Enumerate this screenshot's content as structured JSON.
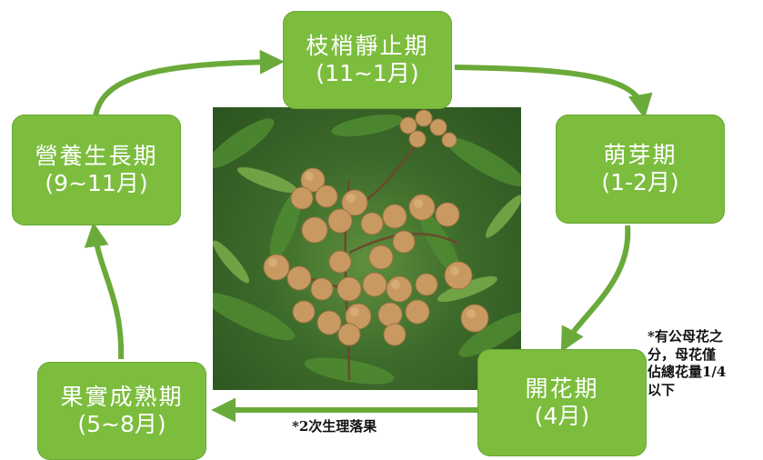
{
  "colors": {
    "box_fill": "#7cbd3e",
    "arrow": "#6aaa3a",
    "box_text": "#ffffff",
    "note_text": "#111111"
  },
  "stages": {
    "dormant": {
      "name": "枝梢靜止期",
      "period": "(11~1月)"
    },
    "budding": {
      "name": "萌芽期",
      "period": "(1-2月)"
    },
    "flowering": {
      "name": "開花期",
      "period": "(4月)"
    },
    "fruiting": {
      "name": "果實成熟期",
      "period": "(5~8月)"
    },
    "vegetative": {
      "name": "營養生長期",
      "period": "(9~11月)"
    }
  },
  "notes": {
    "flower_lines": [
      "*有公母花之",
      "分，母花僅",
      "佔總花量1/4",
      "以下"
    ],
    "fruit_drop": "*2次生理落果"
  }
}
